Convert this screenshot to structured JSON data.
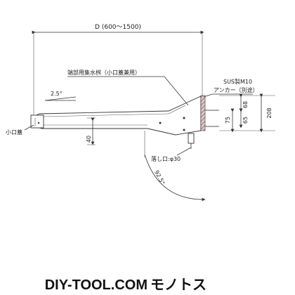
{
  "drawing": {
    "width_label": "D (600～1500)",
    "slope_label": "2.5°",
    "bracket_label": "端部用集水桝（小口蓋兼用）",
    "bolt_label": "SUS製M10",
    "anchor_label": "アンカー（別途）",
    "cap_label": "小口蓋",
    "drop_label": "落し口:φ30",
    "height_label": "40",
    "dim_68": "68",
    "dim_65": "65",
    "dim_75": "75",
    "dim_208": "208",
    "angle_label": "92.5°"
  },
  "footer": {
    "brand": "DIY-TOOL.COM",
    "brand_suffix": "モノトス"
  }
}
